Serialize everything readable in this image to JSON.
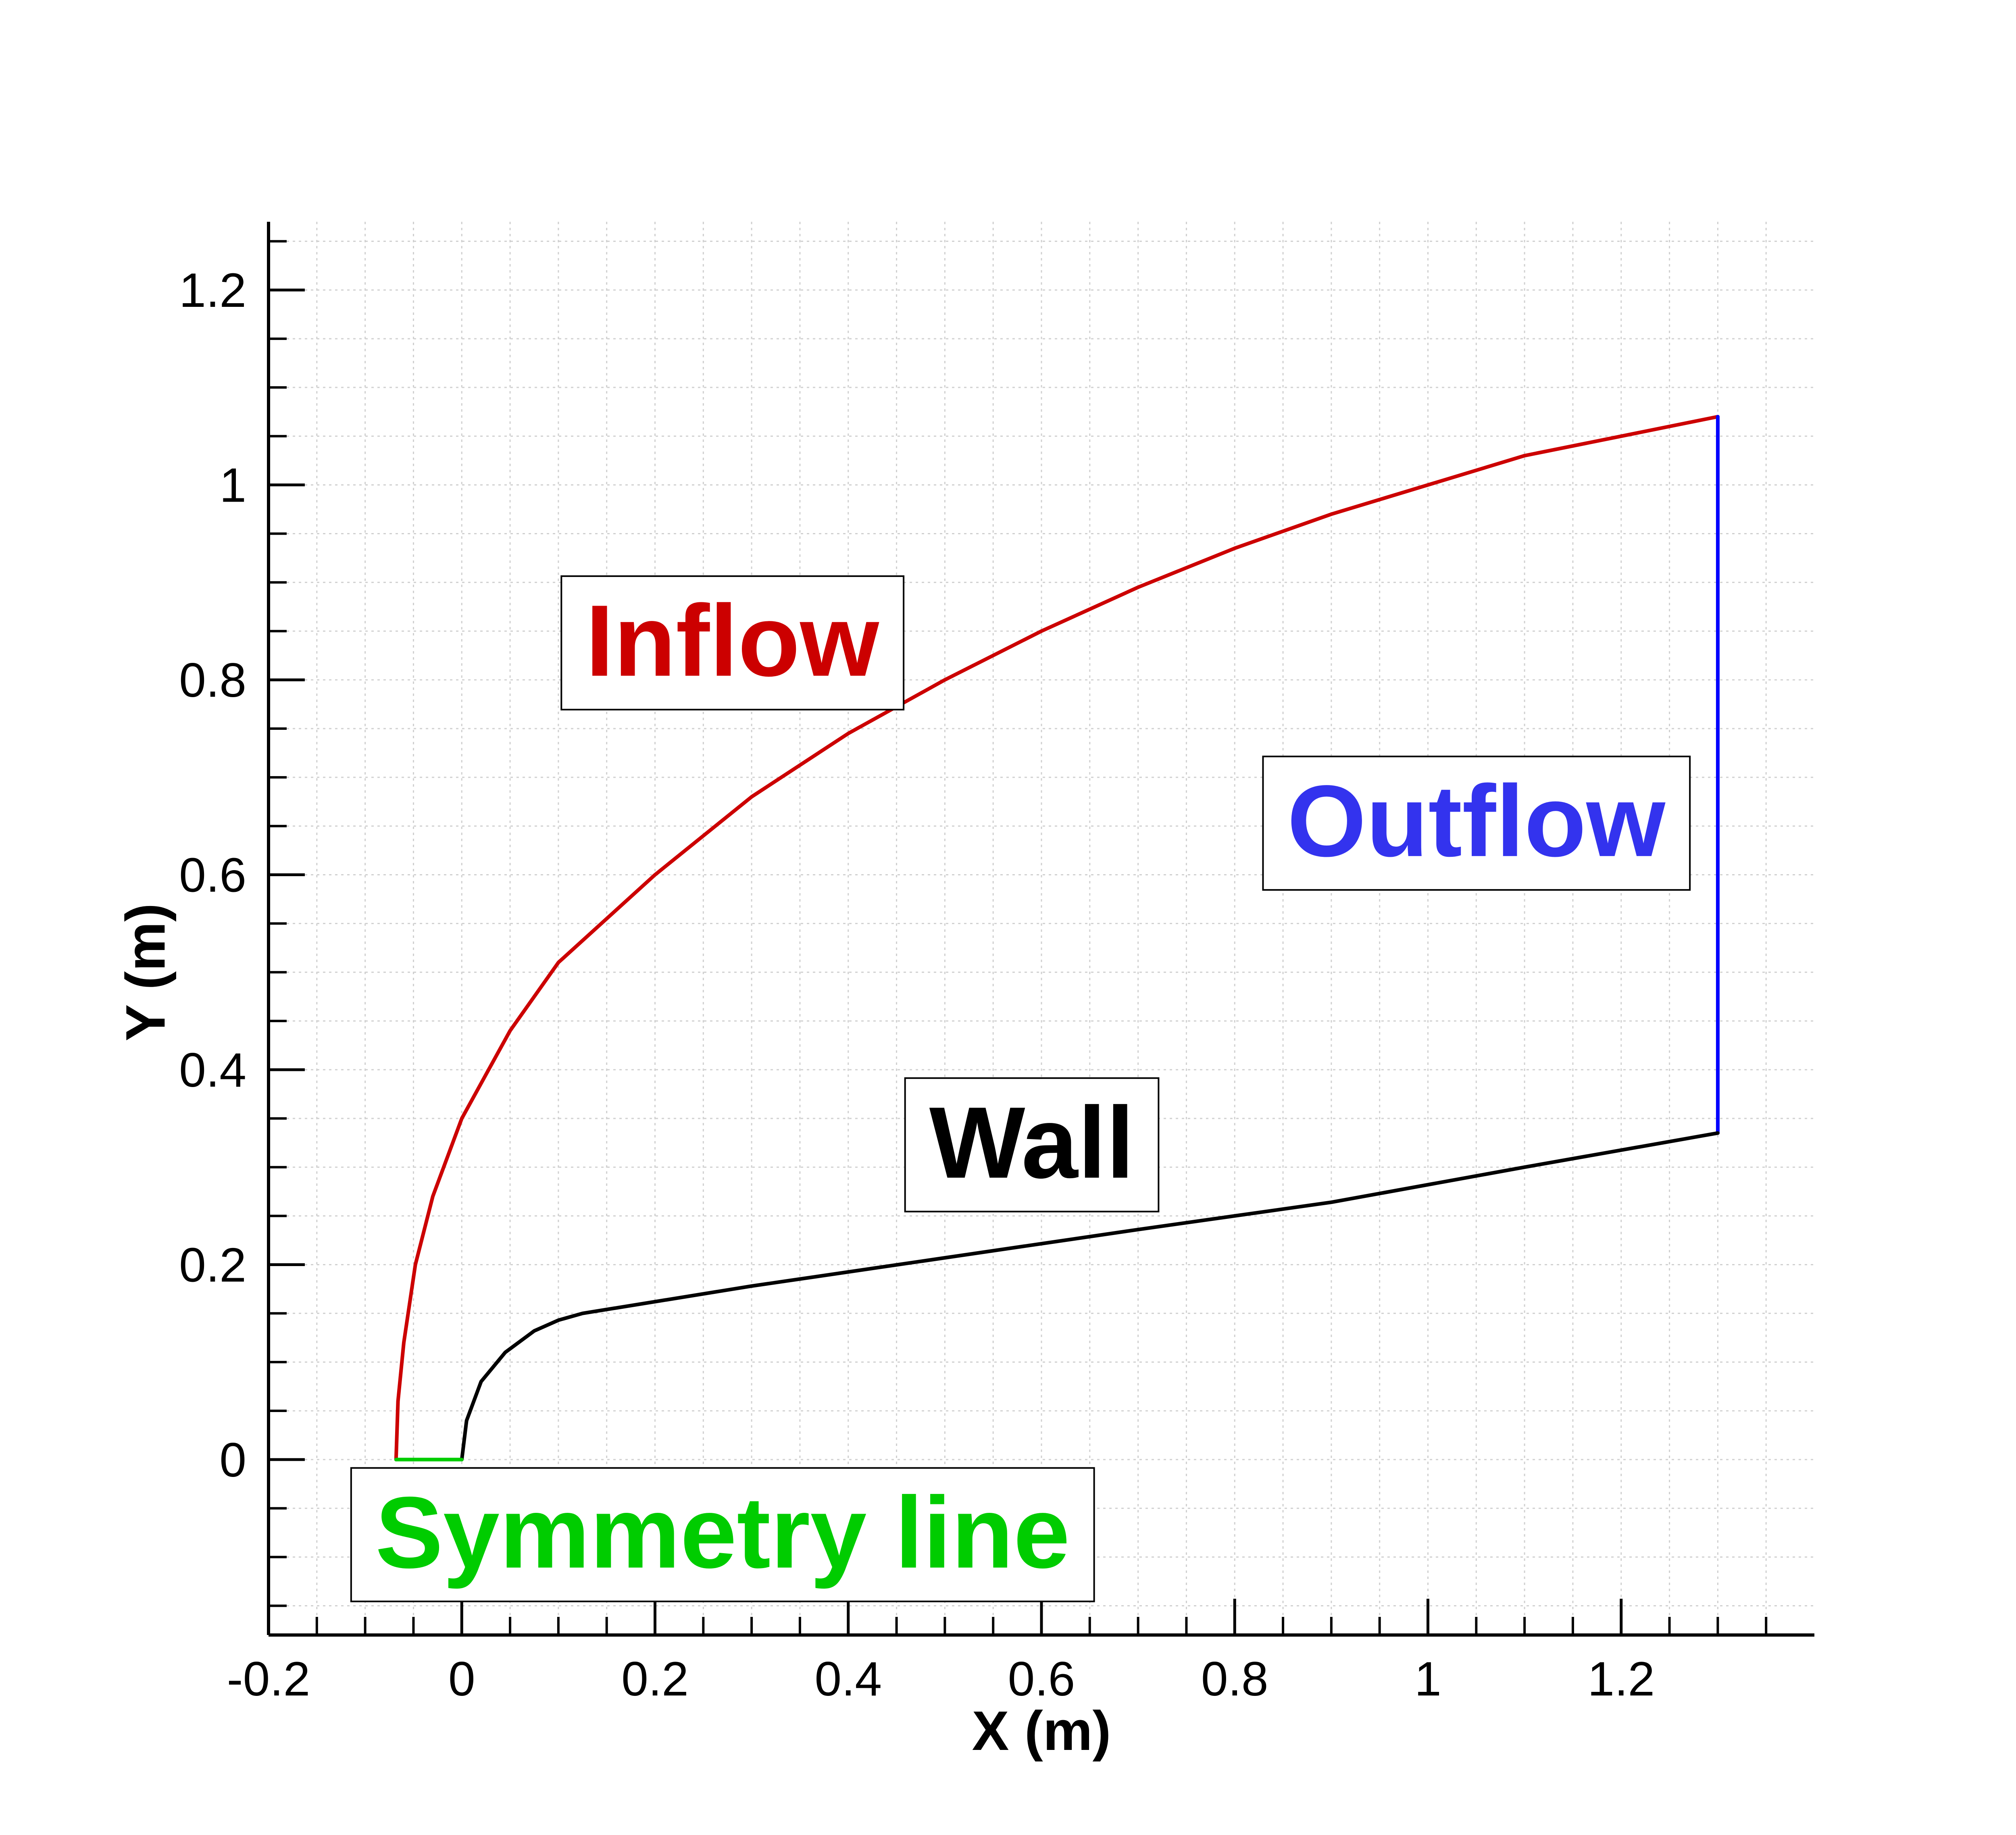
{
  "chart_data": {
    "type": "line",
    "xlabel": "X (m)",
    "ylabel": "Y (m)",
    "xlim": [
      -0.2,
      1.4
    ],
    "ylim": [
      -0.18,
      1.27
    ],
    "xticks": [
      -0.2,
      0,
      0.2,
      0.4,
      0.6,
      0.8,
      1,
      1.2
    ],
    "xtick_labels": [
      "-0.2",
      "0",
      "0.2",
      "0.4",
      "0.6",
      "0.8",
      "1",
      "1.2"
    ],
    "yticks": [
      0,
      0.2,
      0.4,
      0.6,
      0.8,
      1,
      1.2
    ],
    "ytick_labels": [
      "0",
      "0.2",
      "0.4",
      "0.6",
      "0.8",
      "1",
      "1.2"
    ],
    "grid": true,
    "legend": "none",
    "series": [
      {
        "color": "#cc0000",
        "x": [
          -0.068,
          -0.066,
          -0.06,
          -0.048,
          -0.03,
          0.0,
          0.05,
          0.1,
          0.2,
          0.3,
          0.4,
          0.5,
          0.6,
          0.7,
          0.8,
          0.9,
          1.0,
          1.1,
          1.2,
          1.3
        ],
        "y": [
          0.0,
          0.06,
          0.12,
          0.2,
          0.27,
          0.35,
          0.44,
          0.51,
          0.6,
          0.68,
          0.745,
          0.8,
          0.85,
          0.895,
          0.935,
          0.97,
          1.0,
          1.03,
          1.05,
          1.07
        ]
      },
      {
        "color": "#0000ff",
        "x": [
          1.3,
          1.3
        ],
        "y": [
          0.335,
          1.07
        ]
      },
      {
        "color": "#000000",
        "x": [
          0.0,
          0.005,
          0.02,
          0.045,
          0.075,
          0.1,
          0.125,
          0.3,
          0.5,
          0.7,
          0.9,
          1.1,
          1.3
        ],
        "y": [
          0.0,
          0.04,
          0.08,
          0.11,
          0.132,
          0.143,
          0.15,
          0.178,
          0.207,
          0.236,
          0.264,
          0.3,
          0.335
        ]
      },
      {
        "color": "#00cc00",
        "x": [
          -0.068,
          0.0
        ],
        "y": [
          0.0,
          0.0
        ]
      }
    ],
    "annotations": [
      {
        "text": "Inflow",
        "x": 0.28,
        "y": 0.84,
        "color": "#cc0000"
      },
      {
        "text": "Outflow",
        "x": 1.05,
        "y": 0.655,
        "color": "#3333ee"
      },
      {
        "text": "Wall",
        "x": 0.59,
        "y": 0.325,
        "color": "#000000"
      },
      {
        "text": "Symmetry line",
        "x": 0.27,
        "y": -0.075,
        "color": "#00cc00"
      }
    ]
  }
}
